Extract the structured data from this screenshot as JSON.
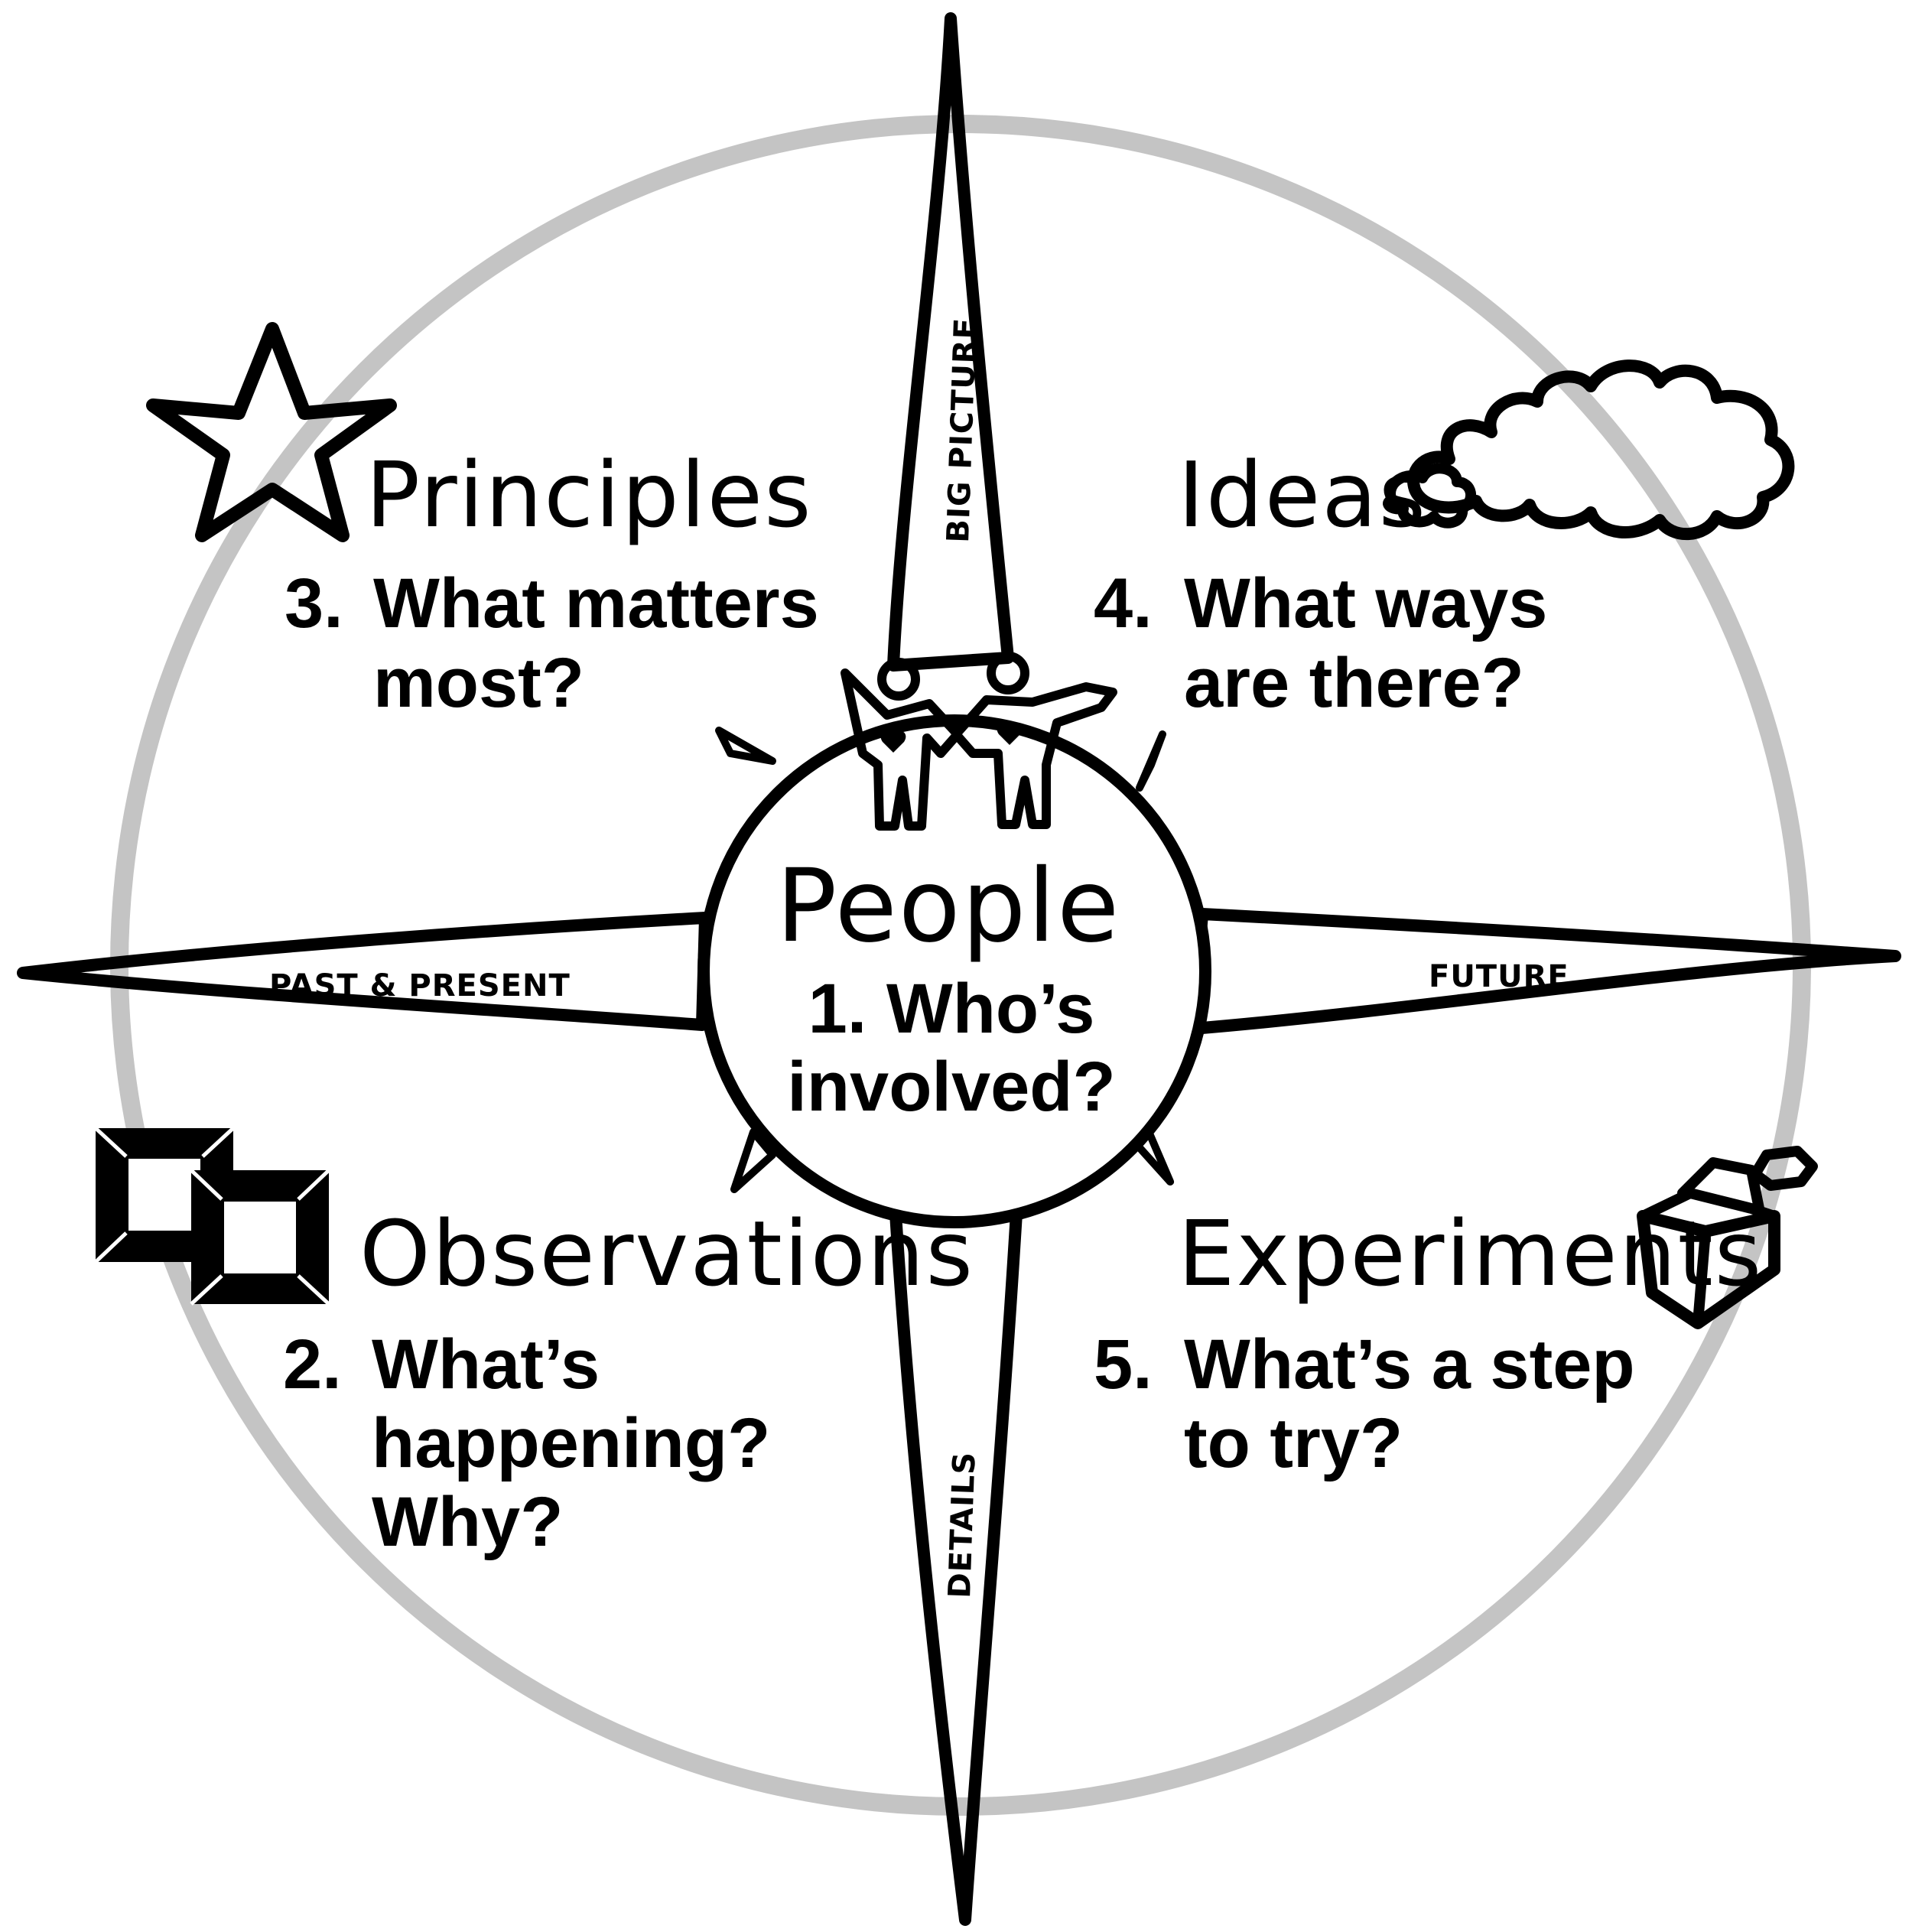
{
  "colors": {
    "ink": "#000000",
    "ring": "#c4c4c4",
    "background": "#ffffff"
  },
  "center": {
    "title": "People",
    "question_lines": [
      "1. Who’s",
      "involved?"
    ],
    "icon": "two-people-icon"
  },
  "quadrants": {
    "observations": {
      "title": "Observations",
      "number": "2.",
      "question_lines": [
        "What’s",
        "happening?",
        "Why?"
      ],
      "icon": "window-frames-icon"
    },
    "principles": {
      "title": "Principles",
      "number": "3.",
      "question_lines": [
        "What matters",
        "most?"
      ],
      "icon": "star-icon"
    },
    "ideas": {
      "title": "Ideas",
      "number": "4.",
      "question_lines": [
        "What ways",
        "are there?"
      ],
      "icon": "cloud-icon"
    },
    "experiments": {
      "title": "Experiments",
      "number": "5.",
      "question_lines": [
        "What’s a step",
        "to try?"
      ],
      "icon": "open-box-icon"
    }
  },
  "axes": {
    "north": "BIG PICTURE",
    "south": "DETAILS",
    "west": "PAST & PRESENT",
    "east": "FUTURE"
  }
}
